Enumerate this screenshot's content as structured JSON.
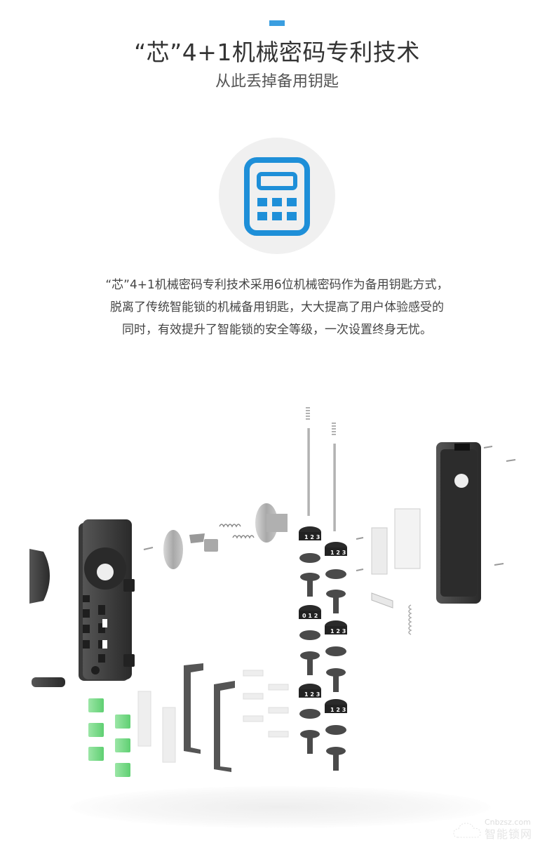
{
  "header": {
    "accent_color": "#3a9ee0",
    "title": "“芯”4+1机械密码专利技术",
    "subtitle": "从此丢掉备用钥匙"
  },
  "feature_icon": {
    "name": "calculator-icon",
    "color": "#1e8fd8",
    "background": "#f0f0f0"
  },
  "description": {
    "lines": [
      "“芯”4+1机械密码专利技术采用6位机械密码作为备用钥匙方式，",
      "脱离了传统智能锁的机械备用钥匙，大大提高了用户体验感受的",
      "同时，有效提升了智能锁的安全等级，一次设置终身无忧。"
    ]
  },
  "diagram": {
    "name": "exploded-lock-mechanism",
    "dial_labels": [
      "123",
      "123",
      "012",
      "123",
      "123",
      "123"
    ],
    "part_colors": {
      "housing": "#3a3a3a",
      "metal": "#b5b5b5",
      "green_part": "#7ad88a",
      "white_part": "#e8e8e8"
    }
  },
  "watermark": {
    "line1": "Cnbzsz.com",
    "line2": "智能锁网"
  }
}
